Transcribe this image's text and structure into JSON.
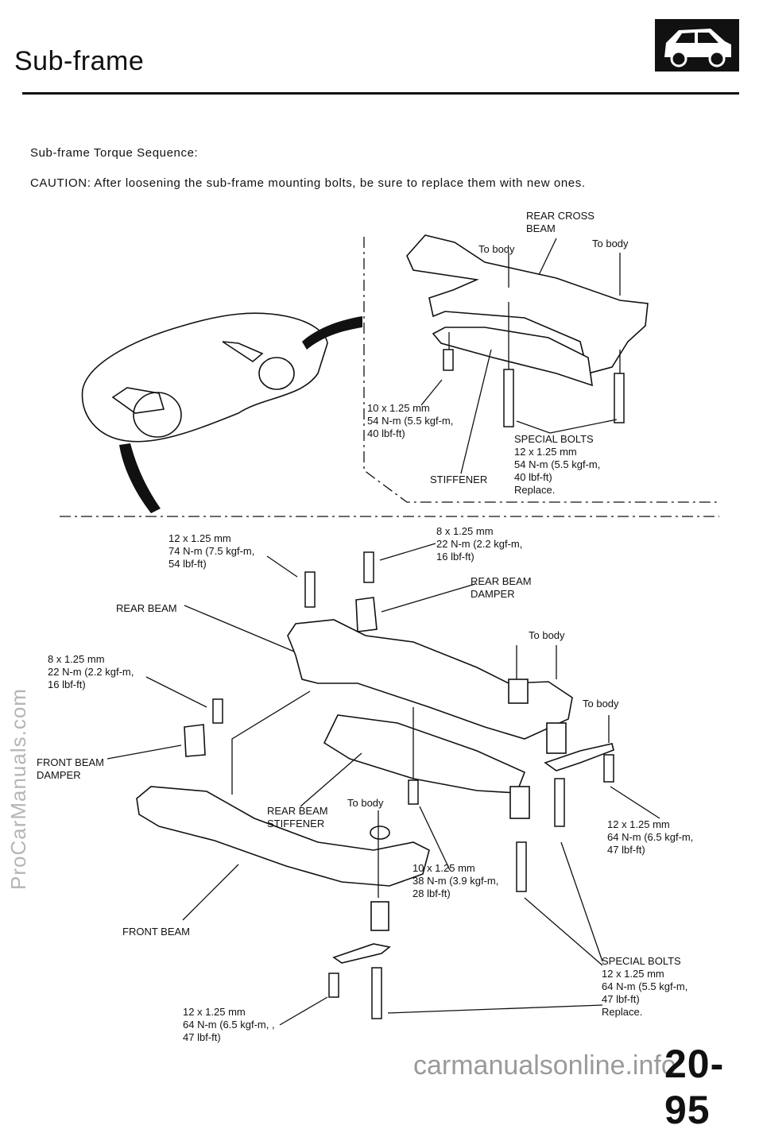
{
  "header": {
    "title": "Sub-frame",
    "logo_icon": "car-silhouette-icon"
  },
  "intro": {
    "sequence_heading": "Sub-frame Torque Sequence:",
    "caution": "CAUTION: After loosening the sub-frame mounting bolts, be sure to replace them with new ones."
  },
  "upper_diagram": {
    "rear_cross_beam": "REAR CROSS\nBEAM",
    "to_body_left": "To body",
    "to_body_right": "To body",
    "bolt_10": "10 x 1.25 mm\n54 N-m (5.5 kgf-m,\n40 lbf-ft)",
    "special_bolts": "SPECIAL BOLTS\n12 x 1.25 mm\n54 N-m (5.5 kgf-m,\n40 lbf-ft)\nReplace.",
    "stiffener": "STIFFENER"
  },
  "lower_diagram": {
    "bolt_12_rear_beam": "12 x 1.25 mm\n74 N-m (7.5 kgf-m,\n54 lbf-ft)",
    "bolt_8_damper": "8 x 1.25 mm\n22 N-m (2.2 kgf-m,\n16 lbf-ft)",
    "rear_beam_damper": "REAR BEAM\nDAMPER",
    "rear_beam": "REAR BEAM",
    "to_body_1": "To body",
    "to_body_2": "To body",
    "bolt_8_front": "8 x 1.25 mm\n22 N-m (2.2 kgf-m,\n16 lbf-ft)",
    "front_beam_damper": "FRONT BEAM\nDAMPER",
    "rear_beam_stiffener": "REAR BEAM\nSTIFFENER",
    "to_body_3": "To body",
    "bolt_12_right": "12 x 1.25 mm\n64 N-m (6.5 kgf-m,\n47 lbf-ft)",
    "bolt_10_stiffener": "10 x 1.25 mm\n38 N-m (3.9 kgf-m,\n28 lbf-ft)",
    "front_beam": "FRONT BEAM",
    "special_bolts_lower": "SPECIAL BOLTS\n12 x 1.25 mm\n64 N-m (5.5 kgf-m,\n47 lbf-ft)\nReplace.",
    "bolt_12_bottom": "12 x 1.25 mm\n64 N-m (6.5 kgf-m, ,\n47 lbf-ft)"
  },
  "watermark": "ProCarManuals.com",
  "footer": {
    "site": "carmanualsonline.info",
    "page_number": "20-95"
  }
}
